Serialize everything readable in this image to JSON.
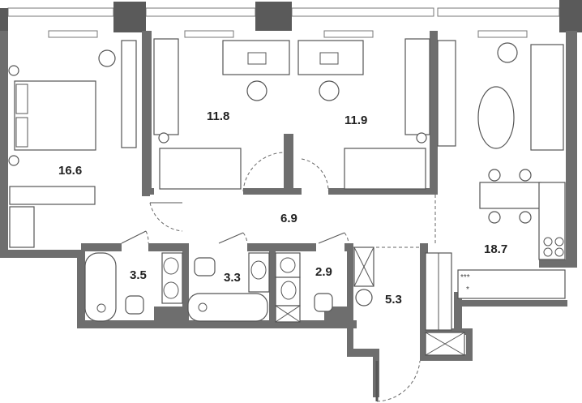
{
  "plan": {
    "rooms": [
      {
        "name": "bedroom-1",
        "area": "16.6"
      },
      {
        "name": "bedroom-2",
        "area": "11.8"
      },
      {
        "name": "bedroom-3",
        "area": "11.9"
      },
      {
        "name": "hallway",
        "area": "6.9"
      },
      {
        "name": "living-kitchen",
        "area": "18.7"
      },
      {
        "name": "bathroom-1",
        "area": "3.5"
      },
      {
        "name": "bathroom-2",
        "area": "3.3"
      },
      {
        "name": "bathroom-3",
        "area": "2.9"
      },
      {
        "name": "entrance",
        "area": "5.3"
      }
    ],
    "stove_marks": "***",
    "stove_mark2": "*",
    "colors": {
      "wall": "#6e6e6e",
      "line": "#555555"
    }
  }
}
